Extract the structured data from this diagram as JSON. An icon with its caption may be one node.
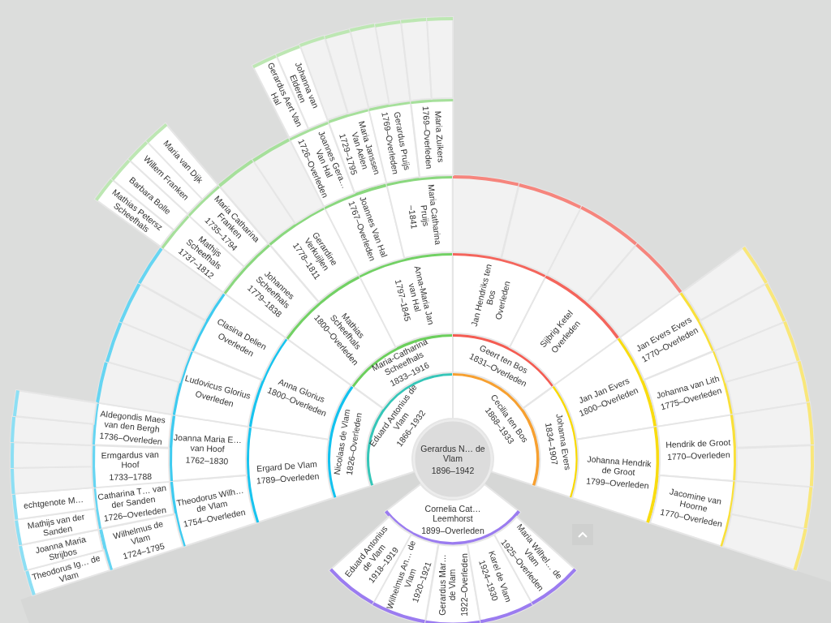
{
  "diagram": {
    "nodes": [
      {
        "text": [
          "Gerardus N… de Vlam",
          "1896–1942"
        ]
      },
      {
        "text": [
          "Cornelia Cat… Leemhorst",
          "1899–Overleden"
        ]
      },
      {
        "text": [
          "Eduard Antonius de Vlam",
          "1918–1919"
        ]
      },
      {
        "text": [
          "Wilhelmus An… de Vlam",
          "1920–1921"
        ]
      },
      {
        "text": [
          "Gerardus Mar… de Vlam",
          "1922–Overleden"
        ]
      },
      {
        "text": [
          "Karel de Vlam",
          "1924–1930"
        ]
      },
      {
        "text": [
          "Maria Wilhel… de Vlam",
          "1925–Overleden"
        ]
      },
      {
        "text": [
          "Eduard Antonius de Vlam",
          "1866–1932"
        ]
      },
      {
        "text": [
          "Cecilia ten Bos",
          "1868–1933"
        ]
      },
      {
        "text": [
          "Nicolaas de Vlam",
          "1826–Overleden"
        ]
      },
      {
        "text": [
          "Maria-Catharina Scheefhals",
          "1833–1916"
        ]
      },
      {
        "text": [
          "Geert ten Bos",
          "1831–Overleden"
        ]
      },
      {
        "text": [
          "Johanna Evers",
          "1834–1907"
        ]
      },
      {
        "text": [
          "Ergard De Vlam",
          "1789–Overleden"
        ]
      },
      {
        "text": [
          "Anna Glorius",
          "1800–Overleden"
        ]
      },
      {
        "text": [
          "Mathias Scheefhals",
          "1800–Overleden"
        ]
      },
      {
        "text": [
          "Anna-Maria Jan van Hal",
          "1797–1845"
        ]
      },
      {
        "text": [
          "Jan Hendriks ten Bos",
          "Overleden"
        ]
      },
      {
        "text": [
          "Sijbrig Ketel",
          "Overleden"
        ]
      },
      {
        "text": [
          "Jan Jan Evers",
          "1800–Overleden"
        ]
      },
      {
        "text": [
          "Johanna Hendrik de Groot",
          "1799–Overleden"
        ]
      },
      {
        "text": [
          "Theodorus Wilh… de Vlam",
          "1754–Overleden"
        ]
      },
      {
        "text": [
          "Joanna Maria E… van Hoof",
          "1762–1830"
        ]
      },
      {
        "text": [
          "Ludovicus Glorius",
          "Overleden"
        ]
      },
      {
        "text": [
          "Clasina Delien",
          "Overleden"
        ]
      },
      {
        "text": [
          "Johannes Scheefhals",
          "1779–1838"
        ]
      },
      {
        "text": [
          "Gerardine Verkuijlen",
          "1778–1811"
        ]
      },
      {
        "text": [
          "Joannes Van Hal",
          "1767–Overleden"
        ]
      },
      {
        "text": [
          "Maria Catharina Pruijs",
          "–1841"
        ]
      },
      {
        "text": [],
        "shape": "wedge"
      },
      {
        "text": [],
        "shape": "wedge"
      },
      {
        "text": [],
        "shape": "wedge"
      },
      {
        "text": [],
        "shape": "wedge"
      },
      {
        "text": [
          "Jan Evers Evers",
          "1770–Overleden"
        ]
      },
      {
        "text": [
          "Johanna van Lith",
          "1775–Overleden"
        ]
      },
      {
        "text": [
          "Hendrik de Groot",
          "1770–Overleden"
        ]
      },
      {
        "text": [
          "Jacomine van Hoorne",
          "1770–Overleden"
        ]
      },
      {
        "text": [
          "Wilhelmus de Vlam",
          "1724–1795"
        ]
      },
      {
        "text": [
          "Catharina T… van der Sanden",
          "1726–Overleden"
        ]
      },
      {
        "text": [
          "Ermgardus van Hoof",
          "1733–1788"
        ]
      },
      {
        "text": [
          "Aldegondis Maes van den Bergh",
          "1736–Overleden"
        ]
      },
      {
        "text": [],
        "shape": "wedge"
      },
      {
        "text": [],
        "shape": "wedge"
      },
      {
        "text": [],
        "shape": "wedge"
      },
      {
        "text": [],
        "shape": "wedge"
      },
      {
        "text": [
          "Mathijs Scheefhals",
          "1737–1812"
        ]
      },
      {
        "text": [
          "Maria Catharina Franken",
          "1735–1794"
        ]
      },
      {
        "text": [],
        "shape": "wedge"
      },
      {
        "text": [],
        "shape": "wedge"
      },
      {
        "text": [
          "Joannes Gera… Van Hal",
          "1726–Overleden"
        ]
      },
      {
        "text": [
          "Maria Janssen Van Aelen",
          "1729–1795"
        ]
      },
      {
        "text": [
          "Gerardus Pruijs",
          "1769–Overleden"
        ]
      },
      {
        "text": [
          "Maria Zuikers",
          "1769–Overleden"
        ]
      },
      {
        "text": [],
        "shape": "wedge"
      },
      {
        "text": [],
        "shape": "wedge"
      },
      {
        "text": [],
        "shape": "wedge"
      },
      {
        "text": [],
        "shape": "wedge"
      },
      {
        "text": [],
        "shape": "wedge"
      },
      {
        "text": [],
        "shape": "wedge"
      },
      {
        "text": [],
        "shape": "wedge"
      },
      {
        "text": [],
        "shape": "wedge"
      },
      {
        "text": [
          "Theodorus Ig… de Vlam"
        ]
      },
      {
        "text": [
          "Joanna Maria Strijbos"
        ]
      },
      {
        "text": [
          "Mathijs van der Sanden"
        ]
      },
      {
        "text": [
          "echtgenote M…"
        ]
      },
      {
        "text": [],
        "shape": "wedge"
      },
      {
        "text": [],
        "shape": "wedge"
      },
      {
        "text": [],
        "shape": "wedge"
      },
      {
        "text": [],
        "shape": "wedge"
      },
      {
        "text": [
          "Mathias Petersz Scheefhals"
        ]
      },
      {
        "text": [
          "Barbara Bolle"
        ]
      },
      {
        "text": [
          "Willem Franken"
        ]
      },
      {
        "text": [
          "Maria van Dijk"
        ]
      },
      {
        "text": [
          "Gerardus Aert Van Hal"
        ]
      },
      {
        "text": [
          "Johanna van Elderen"
        ]
      },
      {
        "text": [],
        "shape": "wedge"
      },
      {
        "text": [],
        "shape": "wedge"
      },
      {
        "text": [],
        "shape": "wedge"
      },
      {
        "text": [],
        "shape": "wedge"
      },
      {
        "text": [],
        "shape": "wedge"
      },
      {
        "text": [],
        "shape": "wedge"
      }
    ]
  }
}
